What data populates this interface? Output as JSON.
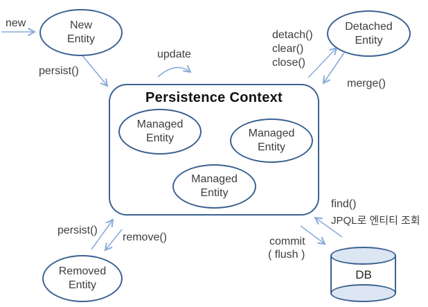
{
  "title": "Persistence Context",
  "nodes": {
    "new_entity": {
      "line1": "New",
      "line2": "Entity"
    },
    "detached_entity": {
      "line1": "Detached",
      "line2": "Entity"
    },
    "managed_entity_1": {
      "line1": "Managed",
      "line2": "Entity"
    },
    "managed_entity_2": {
      "line1": "Managed",
      "line2": "Entity"
    },
    "managed_entity_3": {
      "line1": "Managed",
      "line2": "Entity"
    },
    "removed_entity": {
      "line1": "Removed",
      "line2": "Entity"
    },
    "db": {
      "label": "DB"
    }
  },
  "edge_labels": {
    "new": "new",
    "persist_top": "persist()",
    "update": "update",
    "detach": "detach()",
    "clear": "clear()",
    "close": "close()",
    "merge": "merge()",
    "persist_bottom": "persist()",
    "remove": "remove()",
    "find": "find()",
    "jpql_lookup": "JPQL로 엔티티 조회",
    "commit": "commit",
    "flush": "( flush )"
  },
  "colors": {
    "node_stroke": "#3a6191",
    "arrow_stroke": "#8bacda",
    "label_text": "#3d3d3d",
    "title_text": "#111111",
    "cylinder_fill": "#dce6f2",
    "background": "#ffffff"
  }
}
